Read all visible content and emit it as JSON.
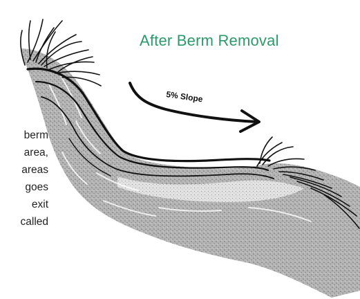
{
  "title": "After Berm Removal",
  "slope_label": "5% Slope",
  "body_fragments": [
    "berm",
    "area,",
    "areas",
    "goes",
    "exit",
    "called"
  ],
  "colors": {
    "title": "#2a9a6a",
    "ink": "#111111",
    "soil_gray": "#9a9a9a",
    "soil_light": "#cfcfcf"
  }
}
